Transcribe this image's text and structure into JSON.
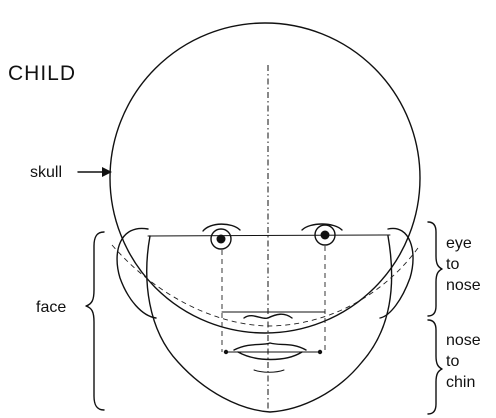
{
  "title": "CHILD",
  "labels": {
    "skull": "skull",
    "face": "face",
    "eye_to_nose": [
      "eye",
      "to",
      "nose"
    ],
    "nose_to_chin": [
      "nose",
      "to",
      "chin"
    ]
  },
  "colors": {
    "ink": "#111111",
    "background": "#ffffff"
  }
}
